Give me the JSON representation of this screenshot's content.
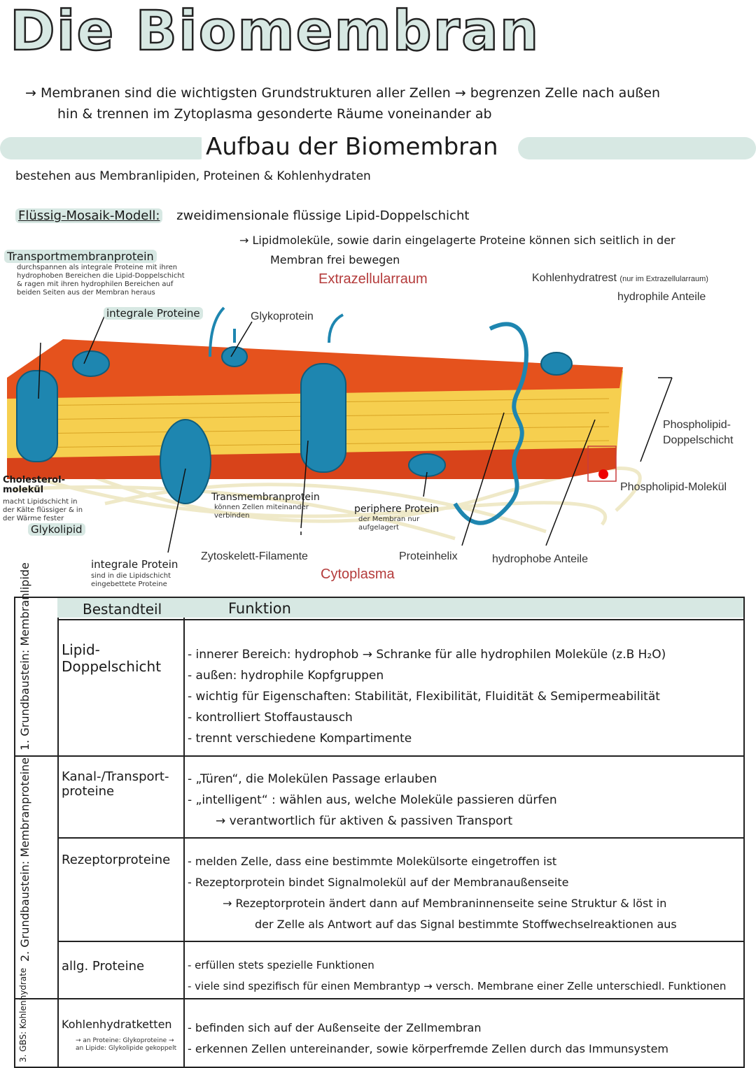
{
  "title": "Die Biomembran",
  "intro": {
    "line1_arrow": "→",
    "line1": "Membranen sind die wichtigsten Grundstrukturen aller Zellen → begrenzen Zelle nach außen",
    "line2": "hin & trennen im Zytoplasma gesonderte Räume voneinander ab"
  },
  "section_title": "Aufbau der Biomembran",
  "subtitle": "bestehen aus Membranlipiden, Proteinen & Kohlenhydraten",
  "model": {
    "label": "Flüssig-Mosaik-Modell:",
    "desc": "zweidimensionale flüssige Lipid-Doppelschicht",
    "line2": "→ Lipidmoleküle, sowie darin eingelagerte Proteine können sich seitlich in der",
    "line3": "Membran frei bewegen"
  },
  "diagram": {
    "extracellular": "Extrazellularraum",
    "cytoplasm": "Cytoplasma",
    "transport_title": "Transportmembranprotein",
    "transport_desc": "durchspannen als integrale Proteine mit ihren hydrophoben Bereichen die Lipid-Doppelschicht & ragen mit ihren hydrophilen Bereichen auf beiden Seiten aus der Membran heraus",
    "integral_top": "integrale Proteine",
    "glycoprotein": "Glykoprotein",
    "carb_rest": "Kohlenhydratrest",
    "carb_rest_note": "(nur im Extrazellularraum)",
    "hydrophilic": "hydrophile Anteile",
    "phospholipid_bilayer": "Phospholipid-Doppelschicht",
    "phospholipid_molecule": "Phospholipid-Molekül",
    "cholesterol": "Cholesterol-molekül",
    "cholesterol_desc": "macht Lipidschicht in der Kälte flüssiger & in der Wärme fester",
    "glycolipid": "Glykolipid",
    "transmembrane": "Transmembranprotein",
    "transmembrane_desc": "können Zellen miteinander verbinden",
    "peripheral": "periphere Protein",
    "peripheral_desc": "der Membran nur aufgelagert",
    "integral_bottom": "integrale Protein",
    "integral_bottom_desc": "sind in die Lipidschicht eingebettete Proteine",
    "cytoskeleton": "Zytoskelett-Filamente",
    "helix": "Proteinhelix",
    "hydrophobic": "hydrophobe Anteile"
  },
  "table": {
    "header_a": "Bestandteil",
    "header_b": "Funktion",
    "group1": "1. Grundbaustein: Membranlipide",
    "group2": "2. Grundbaustein: Membranproteine",
    "group3": "3. GBS: Kohlenhydrate",
    "rows": [
      {
        "name": "Lipid-Doppelschicht",
        "lines": [
          "- innerer Bereich: hydrophob → Schranke für alle hydrophilen Moleküle (z.B H₂O)",
          "- außen: hydrophile Kopfgruppen",
          "- wichtig für Eigenschaften: Stabilität, Flexibilität, Fluidität & Semipermeabilität",
          "- kontrolliert Stoffaustausch",
          "- trennt verschiedene Kompartimente"
        ]
      },
      {
        "name": "Kanal-/Transport-proteine",
        "lines": [
          "- „Türen“, die Molekülen Passage erlauben",
          "- „intelligent“ : wählen aus, welche Moleküle passieren dürfen",
          "→ verantwortlich für aktiven & passiven Transport"
        ]
      },
      {
        "name": "Rezeptorproteine",
        "lines": [
          "- melden Zelle, dass eine bestimmte Molekülsorte eingetroffen ist",
          "- Rezeptorprotein bindet Signalmolekül auf der Membranaußenseite",
          "→ Rezeptorprotein ändert dann auf Membraninnenseite seine Struktur & löst in",
          "der Zelle als Antwort auf das Signal bestimmte Stoffwechselreaktionen aus"
        ]
      },
      {
        "name": "allg. Proteine",
        "lines": [
          "- erfüllen stets spezielle Funktionen",
          "- viele sind spezifisch für einen Membrantyp → versch. Membrane einer Zelle unterschiedl. Funktionen"
        ]
      },
      {
        "name": "Kohlenhydratketten",
        "note": "→ an Proteine: Glykoproteine → an Lipide: Glykolipide gekoppelt",
        "lines": [
          "- befinden sich auf der Außenseite der Zellmembran",
          "- erkennen Zellen untereinander, sowie körperfremde Zellen durch das Immunsystem"
        ]
      }
    ]
  },
  "colors": {
    "accent": "#d7e8e3",
    "membrane_head": "#e8461c",
    "protein": "#1e8fb8",
    "tail": "#f2c94c"
  }
}
